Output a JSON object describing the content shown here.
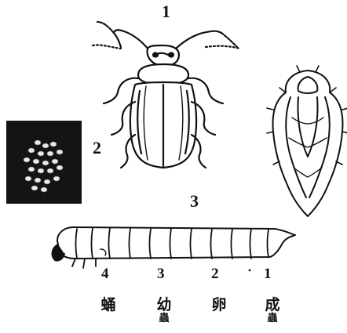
{
  "figure_numbers": {
    "adult": "1",
    "eggs": "2",
    "larva": "3"
  },
  "stage_numbers": [
    "4",
    "3",
    "2",
    "1"
  ],
  "stage_labels": [
    {
      "line1": "蛹",
      "line2": ""
    },
    {
      "line1": "幼",
      "line2": "蟲"
    },
    {
      "line1": "卵",
      "line2": ""
    },
    {
      "line1": "成",
      "line2": "蟲"
    }
  ]
}
